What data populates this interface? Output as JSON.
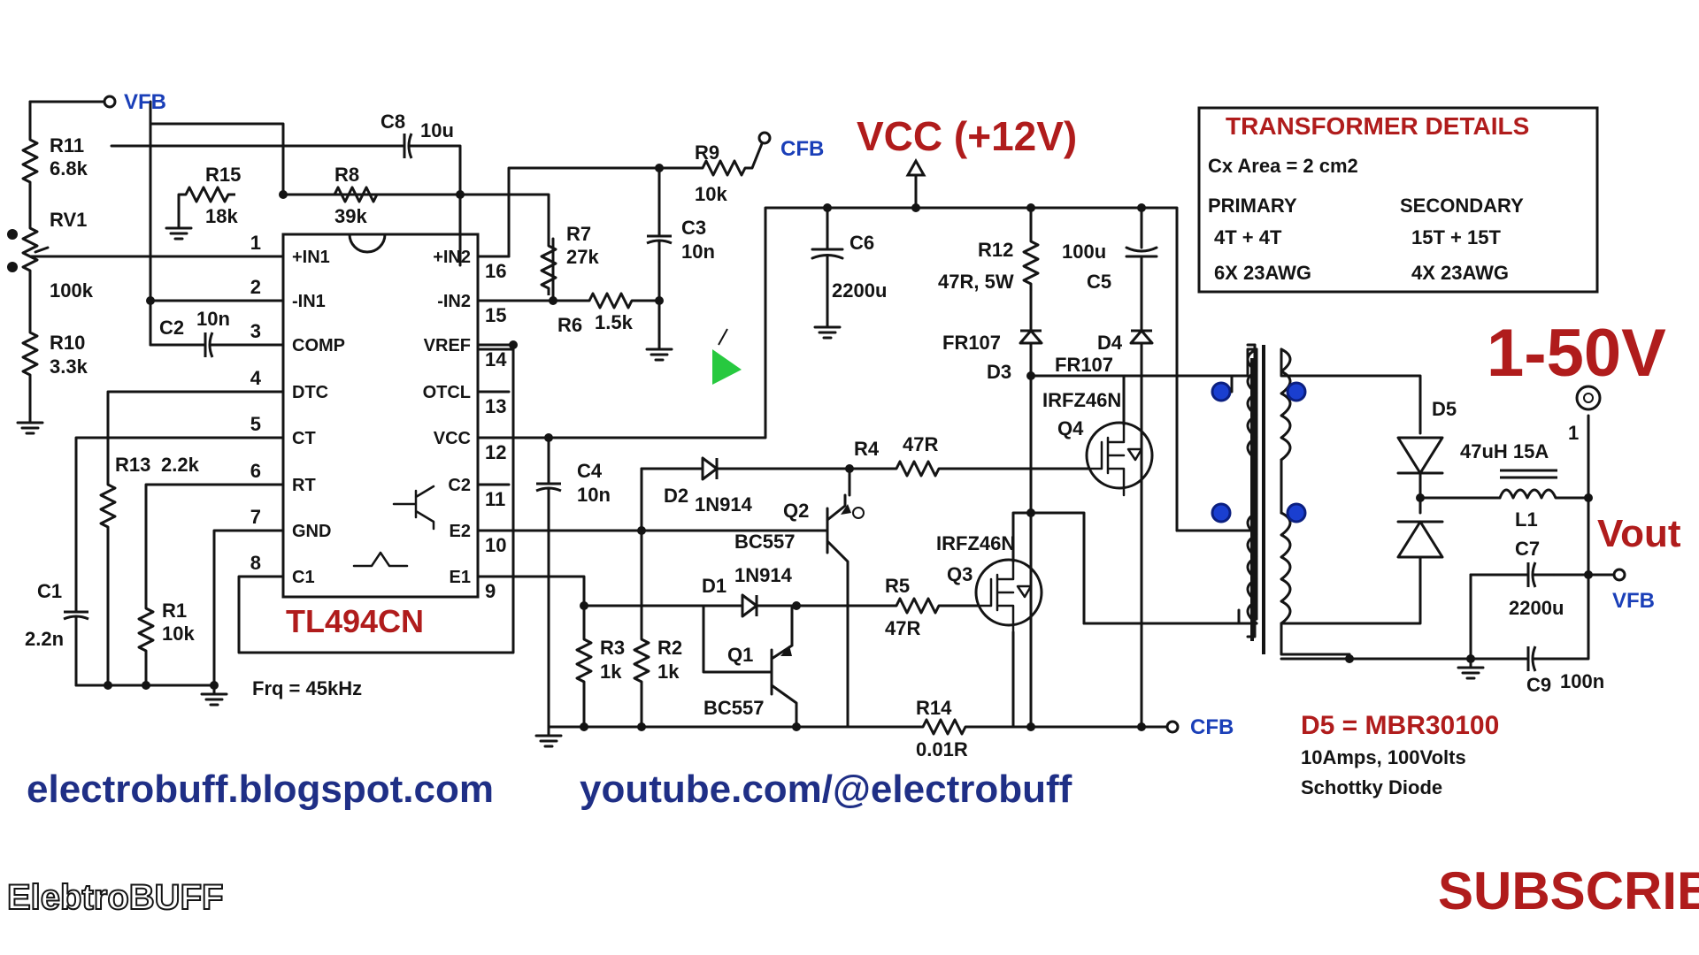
{
  "labels": {
    "vfb_top": "VFB",
    "cfb_top": "CFB",
    "vcc_title": "VCC (+12V)",
    "vfb_out": "VFB",
    "cfb_bottom": "CFB",
    "output_range": "1-50V",
    "vout": "Vout",
    "frequency": "Frq = 45kHz",
    "ic_name": "TL494CN",
    "logo": "ElebtroBUFF",
    "subscribe": "SUBSCRIBE",
    "blog_url": "electrobuff.blogspot.com",
    "youtube_url": "youtube.com/@electrobuff"
  },
  "ic_left_pins": [
    {
      "num": "1",
      "name": "+IN1"
    },
    {
      "num": "2",
      "name": "-IN1"
    },
    {
      "num": "3",
      "name": "COMP"
    },
    {
      "num": "4",
      "name": "DTC"
    },
    {
      "num": "5",
      "name": "CT"
    },
    {
      "num": "6",
      "name": "RT"
    },
    {
      "num": "7",
      "name": "GND"
    },
    {
      "num": "8",
      "name": "C1"
    }
  ],
  "ic_right_pins": [
    {
      "num": "16",
      "name": "+IN2"
    },
    {
      "num": "15",
      "name": "-IN2"
    },
    {
      "num": "14",
      "name": "VREF"
    },
    {
      "num": "13",
      "name": "OTCL"
    },
    {
      "num": "12",
      "name": "VCC"
    },
    {
      "num": "11",
      "name": "C2"
    },
    {
      "num": "10",
      "name": "E2"
    },
    {
      "num": "9",
      "name": "E1"
    }
  ],
  "components": {
    "r11": {
      "ref": "R11",
      "value": "6.8k"
    },
    "rv1": {
      "ref": "RV1",
      "value": "100k"
    },
    "r10": {
      "ref": "R10",
      "value": "3.3k"
    },
    "r15": {
      "ref": "R15",
      "value": "18k"
    },
    "r8": {
      "ref": "R8",
      "value": "39k"
    },
    "c8": {
      "ref": "C8",
      "value": "10u"
    },
    "r7": {
      "ref": "R7",
      "value": "27k"
    },
    "r6": {
      "ref": "R6",
      "value": "1.5k"
    },
    "r9": {
      "ref": "R9",
      "value": "10k"
    },
    "c3": {
      "ref": "C3",
      "value": "10n"
    },
    "c2": {
      "ref": "C2",
      "value": "10n"
    },
    "r13": {
      "ref": "R13",
      "value": "2.2k"
    },
    "c1": {
      "ref": "C1",
      "value": "2.2n"
    },
    "r1": {
      "ref": "R1",
      "value": "10k"
    },
    "c4": {
      "ref": "C4",
      "value": "10n"
    },
    "c6": {
      "ref": "C6",
      "value": "2200u"
    },
    "r12": {
      "ref": "R12",
      "value": "47R, 5W"
    },
    "c5": {
      "ref": "C5",
      "value": "100u"
    },
    "d3": {
      "ref": "D3",
      "value": "FR107"
    },
    "d4": {
      "ref": "D4",
      "value": "FR107"
    },
    "q4": {
      "ref": "Q4",
      "value": "IRFZ46N"
    },
    "q3": {
      "ref": "Q3",
      "value": "IRFZ46N"
    },
    "r4": {
      "ref": "R4",
      "value": "47R"
    },
    "r5": {
      "ref": "R5",
      "value": "47R"
    },
    "d2": {
      "ref": "D2",
      "value": "1N914"
    },
    "d1": {
      "ref": "D1",
      "value": "1N914"
    },
    "q2": {
      "ref": "Q2",
      "value": "BC557"
    },
    "q1": {
      "ref": "Q1",
      "value": "BC557"
    },
    "r3": {
      "ref": "R3",
      "value": "1k"
    },
    "r2": {
      "ref": "R2",
      "value": "1k"
    },
    "r14": {
      "ref": "R14",
      "value": "0.01R"
    },
    "d5": {
      "ref": "D5"
    },
    "l1": {
      "ref": "L1",
      "value": "47uH 15A"
    },
    "c7": {
      "ref": "C7",
      "value": "2200u"
    },
    "c9": {
      "ref": "C9",
      "value": "100n"
    },
    "output_pin": {
      "num": "1"
    }
  },
  "transformer": {
    "title": "TRANSFORMER DETAILS",
    "core_area": "Cx Area = 2 cm2",
    "primary_label": "PRIMARY",
    "primary_turns": "4T + 4T",
    "primary_wire": "6X 23AWG",
    "secondary_label": "SECONDARY",
    "secondary_turns": "15T + 15T",
    "secondary_wire": "4X 23AWG"
  },
  "d5_note": {
    "part": "D5 = MBR30100",
    "rating": "10Amps, 100Volts",
    "type": "Schottky Diode"
  },
  "colors": {
    "wire": "#141414",
    "label_blue": "#1a3fb8",
    "accent_red": "#b01c1c",
    "phase_dot_blue": "#1a3fd0",
    "cursor_green": "#27c93f"
  }
}
